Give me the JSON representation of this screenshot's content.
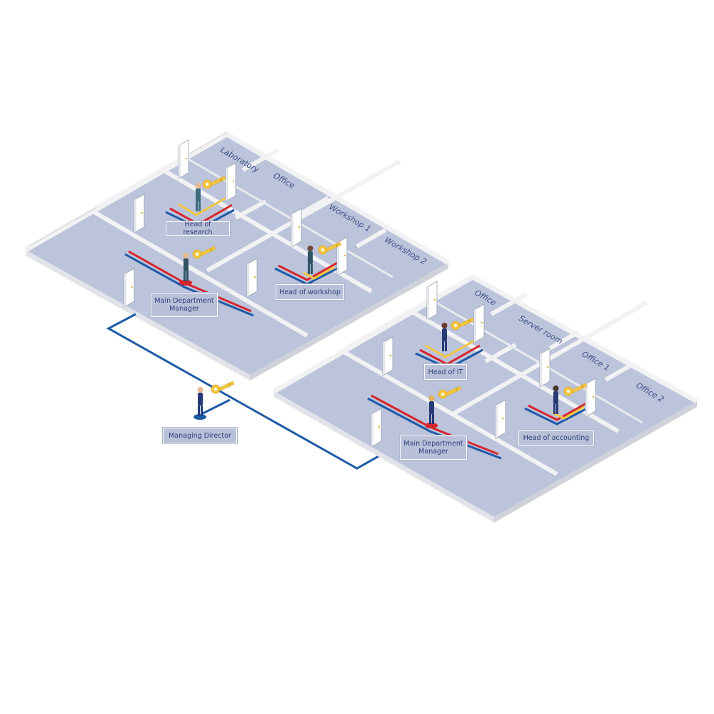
{
  "rooms": {
    "laboratory": "Laboratory",
    "office_left": "Office",
    "workshop_1": "Workshop 1",
    "workshop_2": "Workshop 2",
    "office_right": "Office",
    "server_room": "Server room",
    "office_1": "Office 1",
    "office_2": "Office 2"
  },
  "roles": {
    "head_of_research": "Head of research",
    "main_manager_left": "Main Department Manager",
    "head_of_workshop": "Head of workshop",
    "managing_director": "Managing Director",
    "head_of_it": "Head of IT",
    "main_manager_right": "Main Department Manager",
    "head_of_accounting": "Head of accounting"
  },
  "colors": {
    "floor": "#bcc4db",
    "wall": "#f2f2f4",
    "wall_shade": "#d6d8de",
    "path_blue": "#1f5aa6",
    "path_red": "#d6262d",
    "path_yellow": "#f3c641",
    "key": "#f3c641",
    "person": "#253a76"
  }
}
